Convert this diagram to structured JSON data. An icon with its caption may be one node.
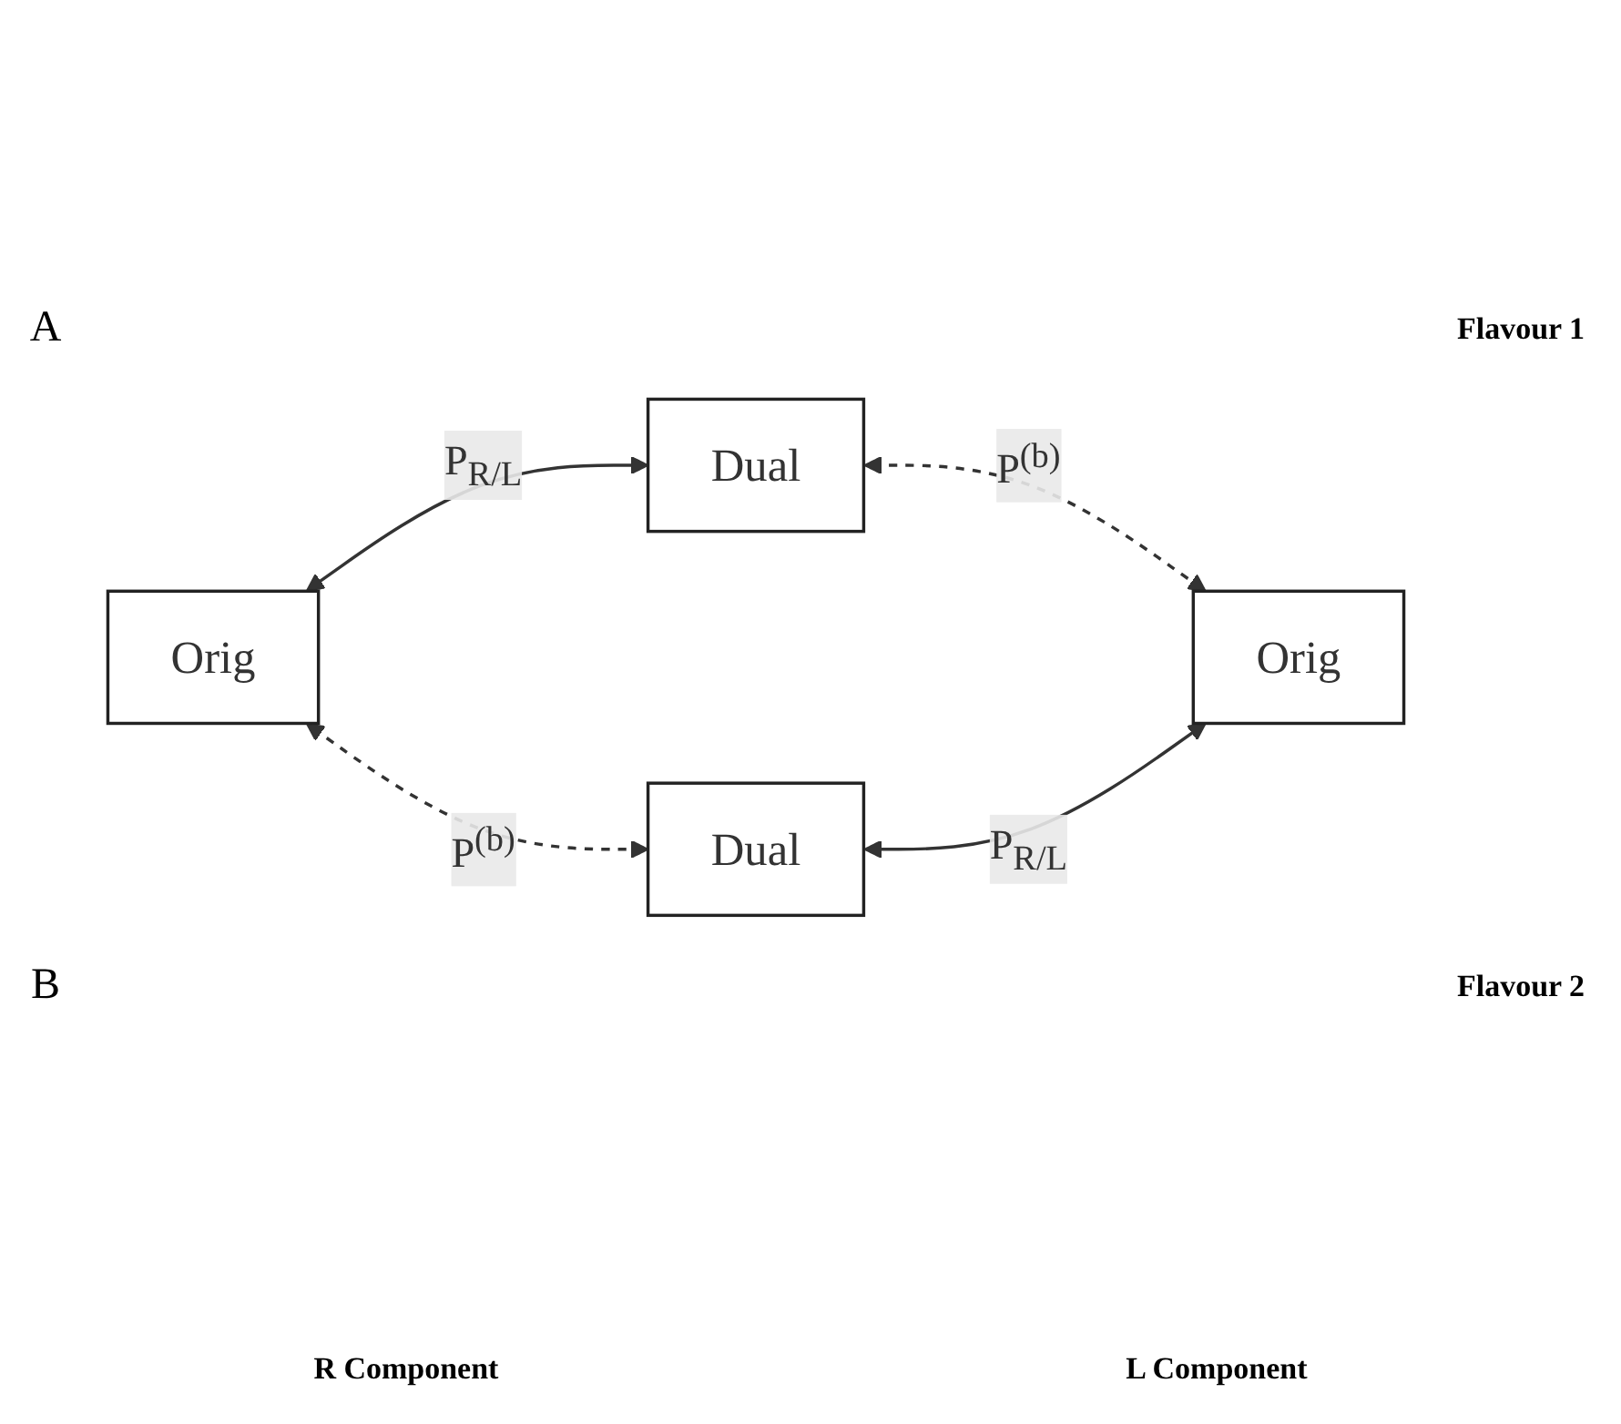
{
  "diagram": {
    "nodes": [
      {
        "text": [
          "Orig"
        ]
      },
      {
        "text": [
          "Dual"
        ]
      },
      {
        "text": [
          "Dual"
        ]
      },
      {
        "text": [
          "Orig"
        ]
      }
    ],
    "edges": [
      {
        "from": 0,
        "to": 1,
        "arrow": "both",
        "label": "P$_{R/L}$"
      },
      {
        "from": 0,
        "to": 2,
        "arrow": "both",
        "label": "P$^{(b)}$",
        "style": "dashed"
      },
      {
        "from": 1,
        "to": 3,
        "arrow": "both",
        "label": "P$^{(b)}$",
        "style": "dashed"
      },
      {
        "from": 2,
        "to": 3,
        "arrow": "both",
        "label": "P$_{R/L}$"
      }
    ],
    "labels": [
      "A",
      "Flavour 1",
      "B",
      "Flavour 2",
      "R Component",
      "L Component"
    ]
  }
}
